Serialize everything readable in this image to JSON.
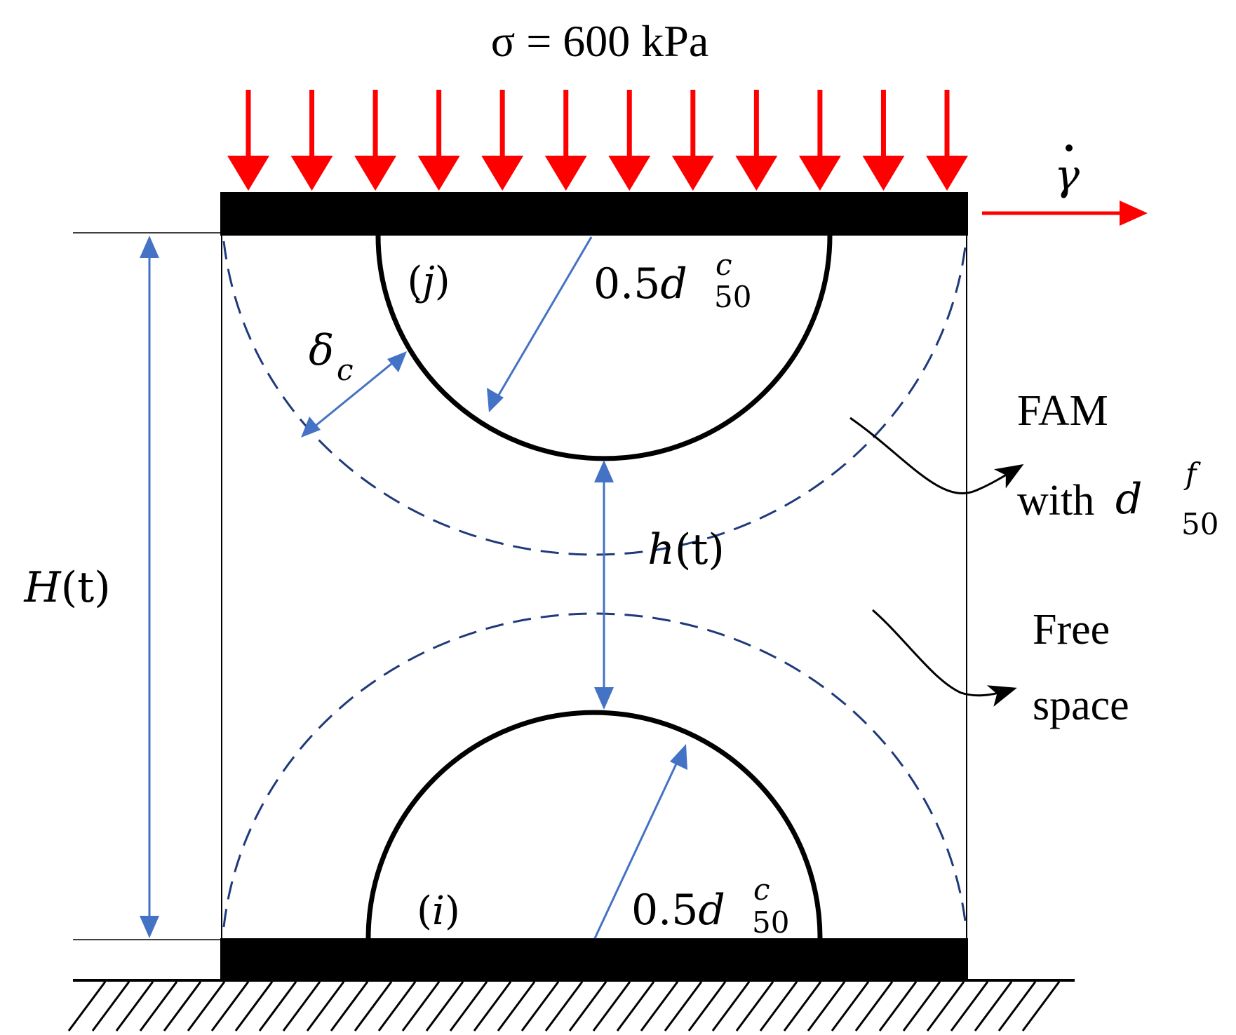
{
  "load": {
    "label": "σ = 600 kPa",
    "arrow_color": "#ff0000",
    "arrow_count": 12
  },
  "shear": {
    "symbol": "γ",
    "arrow_color": "#ff0000"
  },
  "heights": {
    "H_sym": "H",
    "H_arg": "(t)",
    "h_sym": "h",
    "h_arg": "(t)"
  },
  "particles": {
    "top": {
      "label_paren_open": "(",
      "label": "j",
      "label_paren_close": ")"
    },
    "bottom": {
      "label_paren_open": "(",
      "label": "i",
      "label_paren_close": ")"
    },
    "radius_coef": "0.5",
    "radius_sym": "d",
    "radius_sup": "c",
    "radius_sub": "50"
  },
  "delta": {
    "sym": "δ",
    "sub": "c"
  },
  "fam": {
    "line1": "FAM",
    "line2": "with",
    "sym": "d",
    "sup": "f",
    "sub": "50"
  },
  "free": {
    "line1": "Free",
    "line2": "space"
  },
  "colors": {
    "dim": "#4472c4",
    "dashed": "#1f3a7a",
    "plate": "#000000",
    "load": "#ff0000"
  }
}
